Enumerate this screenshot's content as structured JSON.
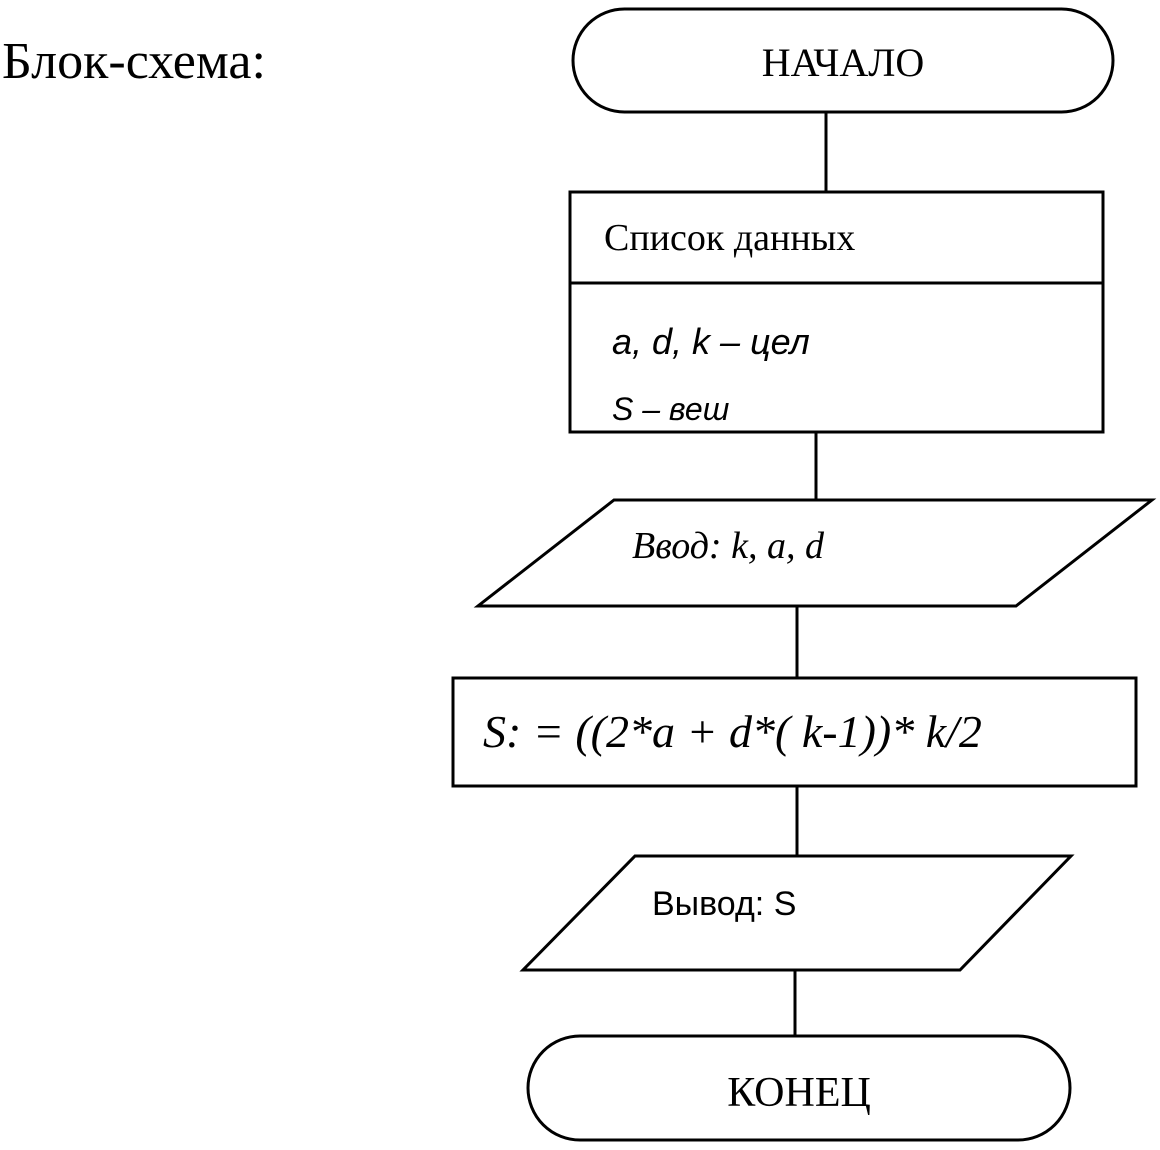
{
  "heading": "Блок-схема:",
  "flowchart": {
    "start": "НАЧАЛО",
    "data_list": {
      "title": "Список данных",
      "line1": "a, d, k – цел",
      "line2": "S – веш"
    },
    "input": "Ввод: k, a, d",
    "process": "S: = ((2*a + d*( k-1))* k/2",
    "output": "Вывод:  S",
    "end": "КОНЕЦ"
  }
}
